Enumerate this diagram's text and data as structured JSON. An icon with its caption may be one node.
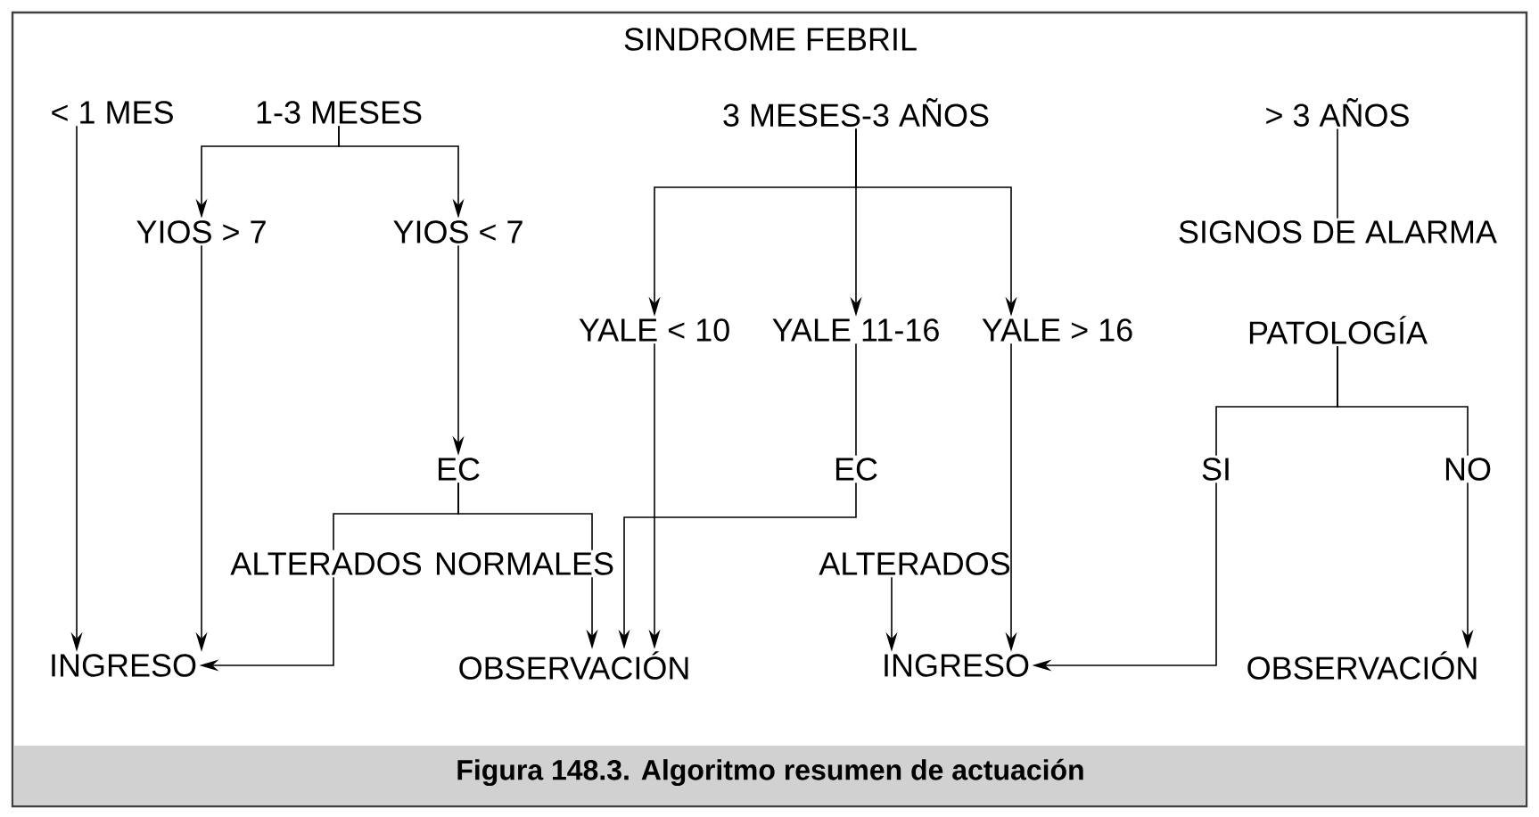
{
  "diagram": {
    "title": "SINDROME FEBRIL",
    "caption": "Figura 148.3. Algoritmo resumen de actuación",
    "nodes": [
      {
        "text": [
          "< 1 MES"
        ]
      },
      {
        "text": [
          "1-3 MESES"
        ]
      },
      {
        "text": [
          "3 MESES-3 AÑOS"
        ]
      },
      {
        "text": [
          "> 3 AÑOS"
        ]
      },
      {
        "text": [
          "YIOS > 7"
        ]
      },
      {
        "text": [
          "YIOS < 7"
        ]
      },
      {
        "text": [
          "YALE < 10"
        ]
      },
      {
        "text": [
          "YALE 11-16"
        ]
      },
      {
        "text": [
          "YALE > 16"
        ]
      },
      {
        "text": [
          "SIGNOS DE ALARMA"
        ]
      },
      {
        "text": [
          "PATOLOGÍA"
        ]
      },
      {
        "text": [
          "EC"
        ]
      },
      {
        "text": [
          "EC"
        ]
      },
      {
        "text": [
          "SI"
        ]
      },
      {
        "text": [
          "NO"
        ]
      },
      {
        "text": [
          "ALTERADOS"
        ]
      },
      {
        "text": [
          "NORMALES"
        ]
      },
      {
        "text": [
          "ALTERADOS"
        ]
      },
      {
        "text": [
          "INGRESO"
        ]
      },
      {
        "text": [
          "OBSERVACIÓN"
        ]
      },
      {
        "text": [
          "INGRESO"
        ]
      },
      {
        "text": [
          "OBSERVACIÓN"
        ]
      }
    ],
    "edges": [
      {
        "from": 0,
        "to": 18,
        "arrow": "to"
      },
      {
        "from": 1,
        "to": 4,
        "arrow": "to"
      },
      {
        "from": 1,
        "to": 5,
        "arrow": "to"
      },
      {
        "from": 4,
        "to": 18,
        "arrow": "to"
      },
      {
        "from": 5,
        "to": 11,
        "arrow": "to"
      },
      {
        "from": 2,
        "to": 6,
        "arrow": "to"
      },
      {
        "from": 2,
        "to": 7,
        "arrow": "to"
      },
      {
        "from": 2,
        "to": 8,
        "arrow": "to"
      },
      {
        "from": 6,
        "to": 19,
        "arrow": "to"
      },
      {
        "from": 7,
        "to": 12,
        "arrow": "none"
      },
      {
        "from": 8,
        "to": 20,
        "arrow": "to"
      },
      {
        "from": 11,
        "to": 15,
        "arrow": "none"
      },
      {
        "from": 11,
        "to": 16,
        "arrow": "none"
      },
      {
        "from": 15,
        "to": 18,
        "arrow": "to"
      },
      {
        "from": 16,
        "to": 19,
        "arrow": "to"
      },
      {
        "from": 12,
        "to": 19,
        "arrow": "to"
      },
      {
        "from": 17,
        "to": 20,
        "arrow": "to"
      },
      {
        "from": 3,
        "to": 9,
        "arrow": "none"
      },
      {
        "from": 10,
        "to": 13,
        "arrow": "none"
      },
      {
        "from": 10,
        "to": 14,
        "arrow": "none"
      },
      {
        "from": 13,
        "to": 20,
        "arrow": "to"
      },
      {
        "from": 14,
        "to": 21,
        "arrow": "to"
      }
    ]
  }
}
